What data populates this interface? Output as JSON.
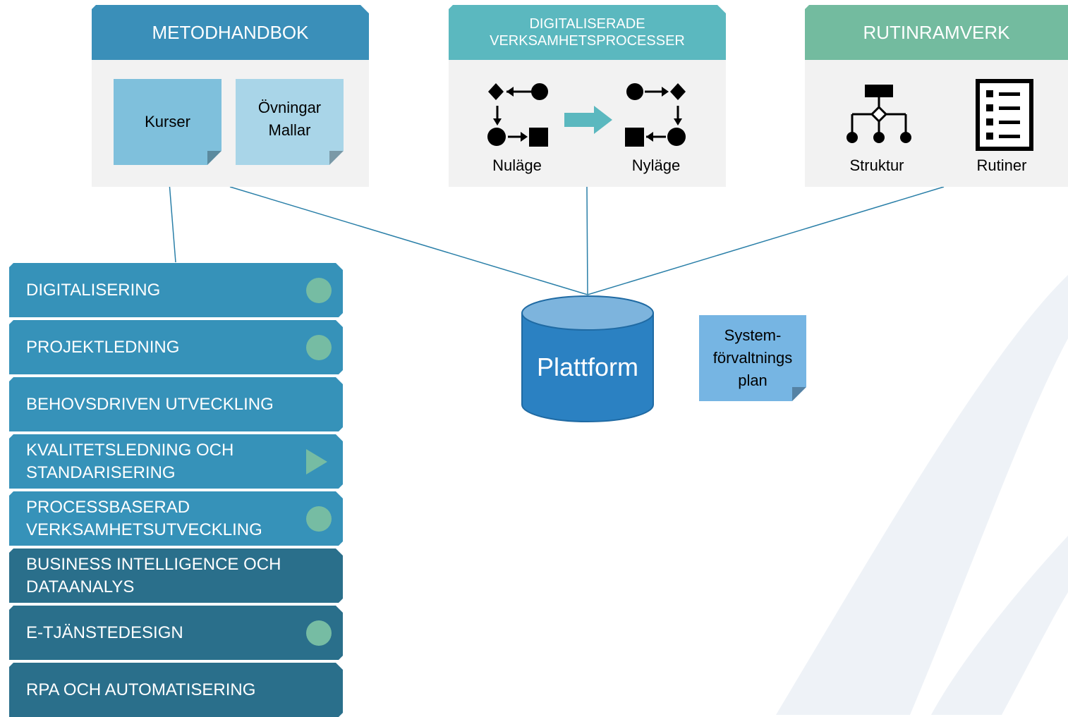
{
  "colors": {
    "metodhandbok_header": "#3a8fb9",
    "processer_header": "#5bb8bf",
    "rutinramverk_header": "#73bb9f",
    "card_body": "#f2f2f2",
    "note_kurser": "#7fc0dc",
    "note_ovningar": "#a9d5e8",
    "note_system": "#76b5e3",
    "method_light": "#3692b9",
    "method_dark": "#2a6f8b",
    "status": "#76bca3",
    "connector": "#2a7fa8",
    "cylinder_side": "#2b81c2",
    "cylinder_top": "#7db4dd",
    "arrow": "#5bb8bf"
  },
  "metodhandbok": {
    "title": "METODHANDBOK",
    "notes": [
      {
        "lines": [
          "Kurser"
        ]
      },
      {
        "lines": [
          "Övningar",
          "Mallar"
        ]
      }
    ]
  },
  "processer": {
    "title_line1": "DIGITALISERADE",
    "title_line2": "VERKSAMHETSPROCESSER",
    "current_label": "Nuläge",
    "future_label": "Nyläge",
    "icons": [
      "process-current-icon",
      "arrow-right-icon",
      "process-future-icon"
    ]
  },
  "rutinramverk": {
    "title": "RUTINRAMVERK",
    "structure_label": "Struktur",
    "routines_label": "Rutiner",
    "icons": [
      "hierarchy-icon",
      "checklist-icon"
    ]
  },
  "platform": {
    "label": "Plattform",
    "icon": "database-cylinder-icon"
  },
  "system_note": {
    "line1": "System-",
    "line2": "förvaltnings",
    "line3": "plan"
  },
  "methods": [
    {
      "label": "DIGITALISERING",
      "status": "dot",
      "tone": "light"
    },
    {
      "label": "PROJEKTLEDNING",
      "status": "dot",
      "tone": "light"
    },
    {
      "label": "BEHOVSDRIVEN UTVECKLING",
      "status": "none",
      "tone": "light"
    },
    {
      "label": "KVALITETSLEDNING OCH STANDARISERING",
      "status": "triangle",
      "tone": "light"
    },
    {
      "label": "PROCESSBASERAD VERKSAMHETSUTVECKLING",
      "status": "dot",
      "tone": "light"
    },
    {
      "label": "BUSINESS INTELLIGENCE OCH DATAANALYS",
      "status": "none",
      "tone": "dark"
    },
    {
      "label": "E-TJÄNSTEDESIGN",
      "status": "dot",
      "tone": "dark"
    },
    {
      "label": "RPA OCH AUTOMATISERING",
      "status": "none",
      "tone": "dark"
    }
  ]
}
